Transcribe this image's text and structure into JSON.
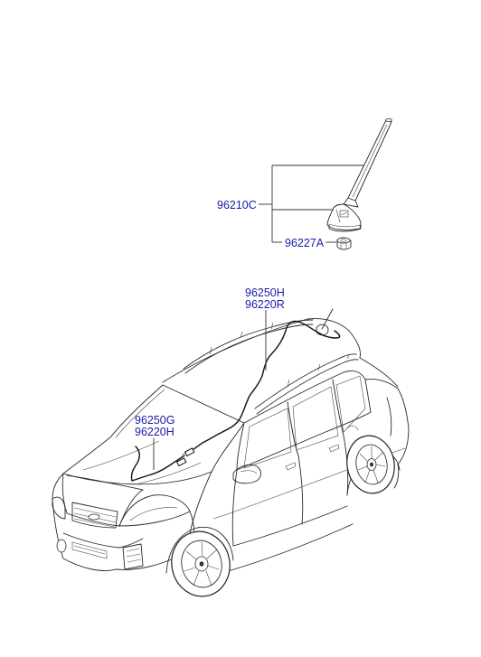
{
  "diagram": {
    "part_labels": {
      "antenna_assembly": "96210C",
      "antenna_nut": "96227A",
      "roof_feeder_cable_a": "96250H",
      "roof_feeder_cable_b": "96220R",
      "main_feeder_cable_a": "96250G",
      "main_feeder_cable_b": "96220H"
    },
    "colors": {
      "label_text": "#1a1aa8",
      "line_art": "#2a2a2a",
      "cable": "#111111",
      "background": "#ffffff"
    }
  }
}
